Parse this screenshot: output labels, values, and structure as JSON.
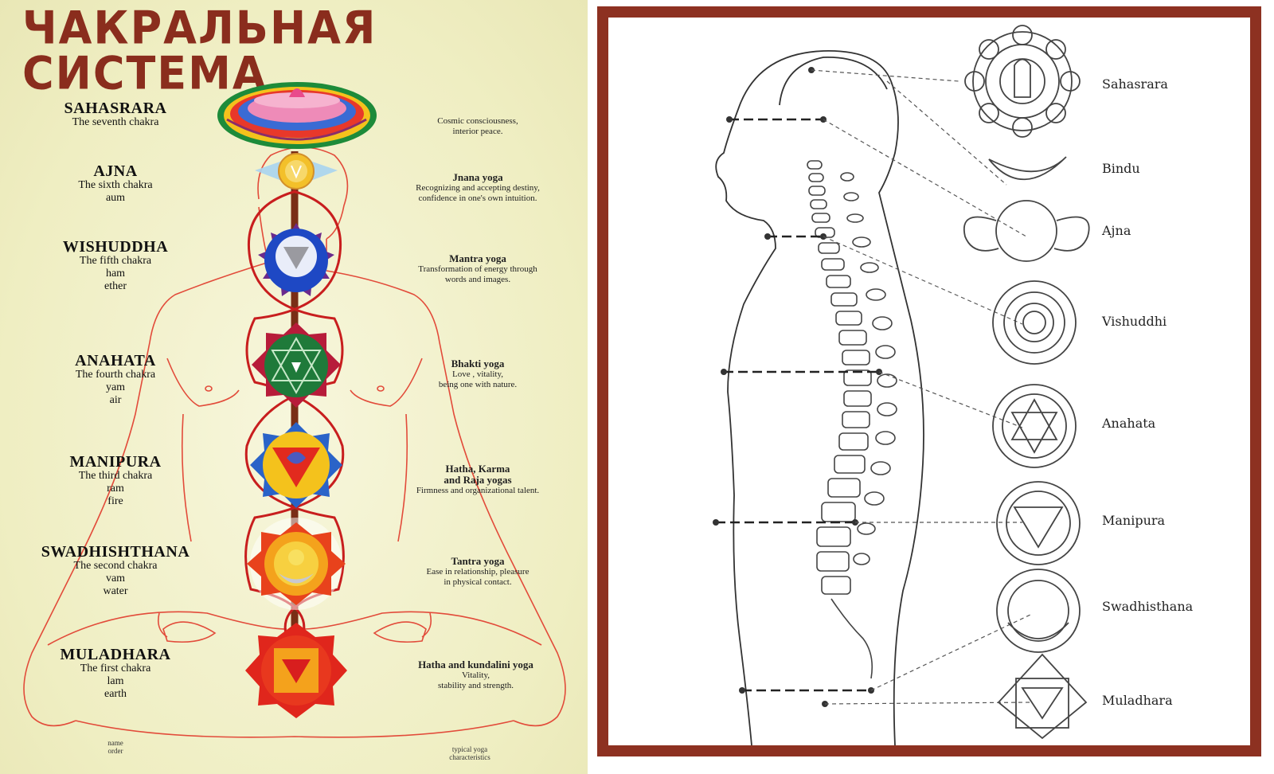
{
  "left": {
    "title": "ЧАКРАЛЬНАЯ СИСТЕМА",
    "chakras": [
      {
        "name": "SAHASRARA",
        "lines": [
          "The seventh chakra"
        ],
        "yoga": "",
        "desc": [
          "Cosmic consciousness,",
          "interior peace."
        ],
        "color": "#e94b8c"
      },
      {
        "name": "AJNA",
        "lines": [
          "The sixth chakra",
          "aum"
        ],
        "yoga": "Jnana yoga",
        "desc": [
          "Recognizing and accepting destiny,",
          "confidence in one's own intuition."
        ],
        "color": "#9cc8ea"
      },
      {
        "name": "WISHUDDHA",
        "lines": [
          "The fifth chakra",
          "ham",
          "ether"
        ],
        "yoga": "Mantra yoga",
        "desc": [
          "Transformation of energy through",
          "words and images."
        ],
        "color": "#2a4fc4"
      },
      {
        "name": "ANAHATA",
        "lines": [
          "The fourth chakra",
          "yam",
          "air"
        ],
        "yoga": "Bhakti yoga",
        "desc": [
          "Love , vitality,",
          "being one with nature."
        ],
        "color": "#1f7a3a"
      },
      {
        "name": "MANIPURA",
        "lines": [
          "The third chakra",
          "ram",
          "fire"
        ],
        "yoga": "Hatha, Karma",
        "yoga2": "and Raja yogas",
        "desc": [
          "Firmness and organizational talent."
        ],
        "color": "#2a63c8"
      },
      {
        "name": "SWADHISHTHANA",
        "lines": [
          "The second chakra",
          "vam",
          "water"
        ],
        "yoga": "Tantra yoga",
        "desc": [
          "Ease in relationship, pleasure",
          "in physical contact."
        ],
        "color": "#e8621c"
      },
      {
        "name": "MULADHARA",
        "lines": [
          "The first chakra",
          "lam",
          "earth"
        ],
        "yoga": "Hatha and kundalini yoga",
        "desc": [
          "Vitality,",
          "stability and strength."
        ],
        "color": "#e0261c"
      }
    ],
    "footer_left": [
      "name",
      "order"
    ],
    "footer_right": [
      "typical yoga",
      "characteristics"
    ]
  },
  "right": {
    "labels": [
      "Sahasrara",
      "Bindu",
      "Ajna",
      "Vishuddhi",
      "Anahata",
      "Manipura",
      "Swadhisthana",
      "Muladhara"
    ]
  },
  "colors": {
    "title": "#8a2d1d",
    "frame": "#8d3121",
    "poster_bg": "#f2f1c9",
    "body_line": "#e24b3a",
    "nadi": "#c81e1e",
    "spine": "#7a2e16"
  }
}
